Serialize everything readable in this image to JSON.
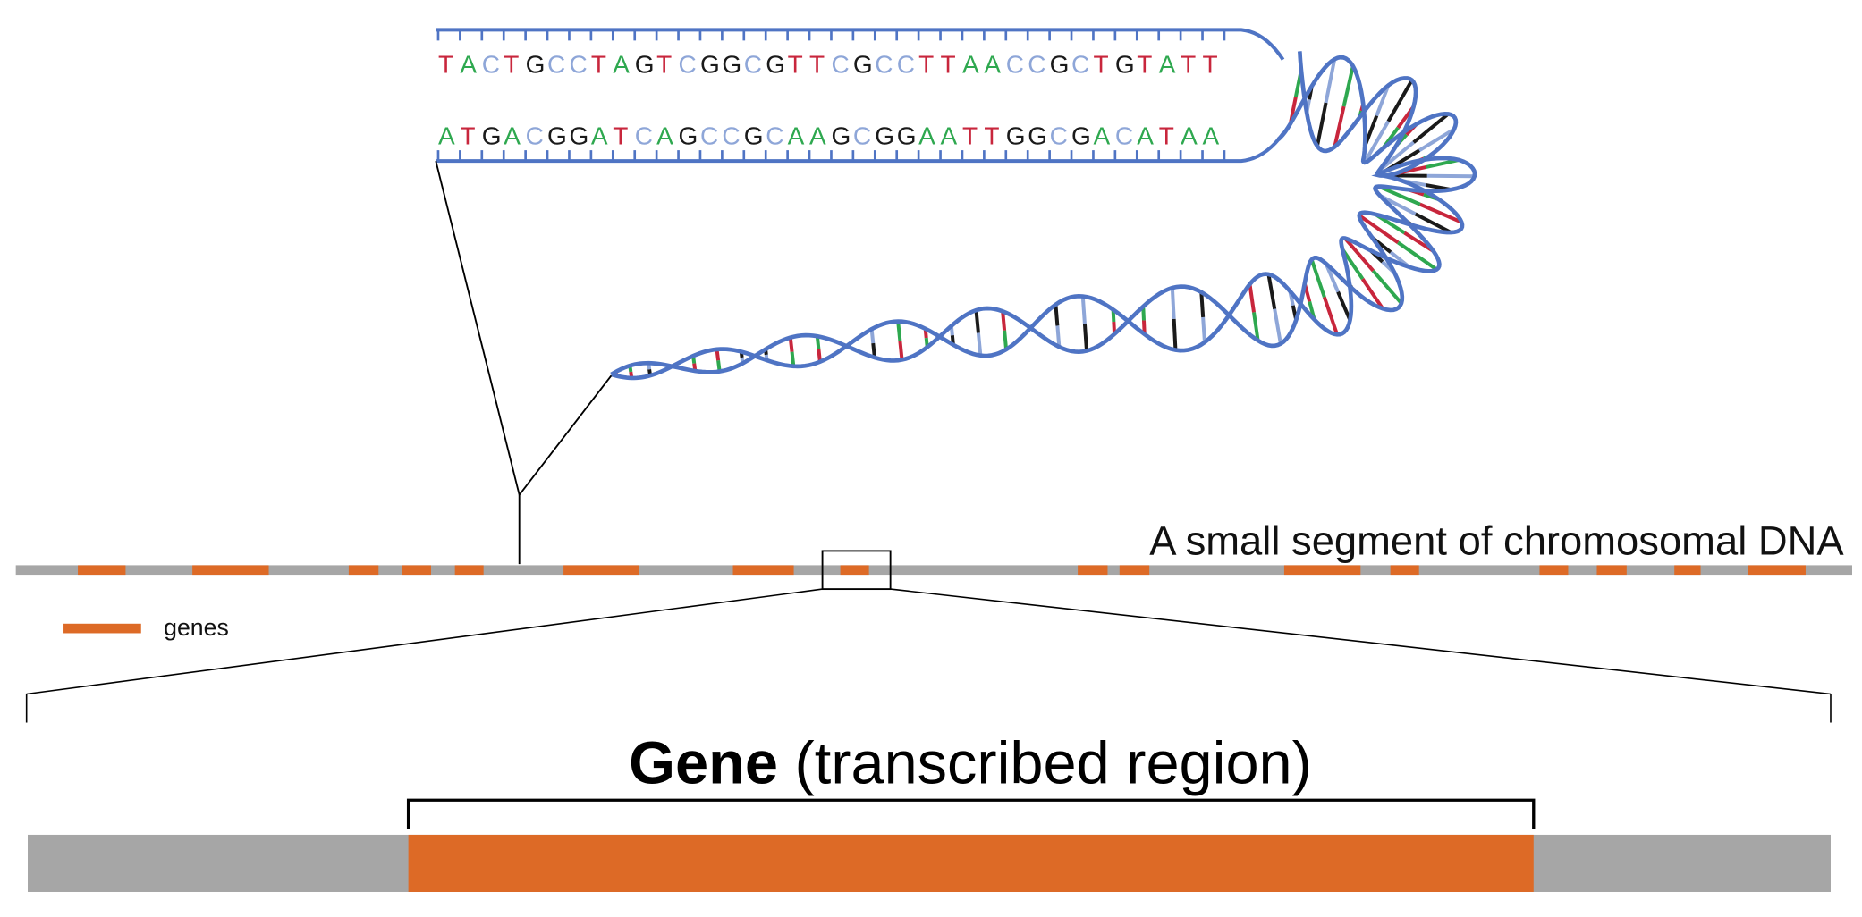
{
  "colors": {
    "strand": "#4f74c4",
    "gene": "#dd6a26",
    "chromosome": "#a6a6a6",
    "base_T": "#c8263c",
    "base_A": "#2ea84f",
    "base_C": "#8ea6d8",
    "base_G": "#1a1a1a"
  },
  "dna": {
    "top_sequence": "TACTGCCTAGTCGGCGTTCGCCTTAACCGCTGTATT",
    "bottom_sequence": "ATGACGGATCAGCCGCAAGCGGAATTGGCGACATAA"
  },
  "chromosome": {
    "title": "A small segment of chromosomal DNA",
    "gene_count": 16
  },
  "legend": {
    "label": "genes"
  },
  "gene_detail": {
    "title_bold": "Gene",
    "title_rest": " (transcribed region)"
  }
}
